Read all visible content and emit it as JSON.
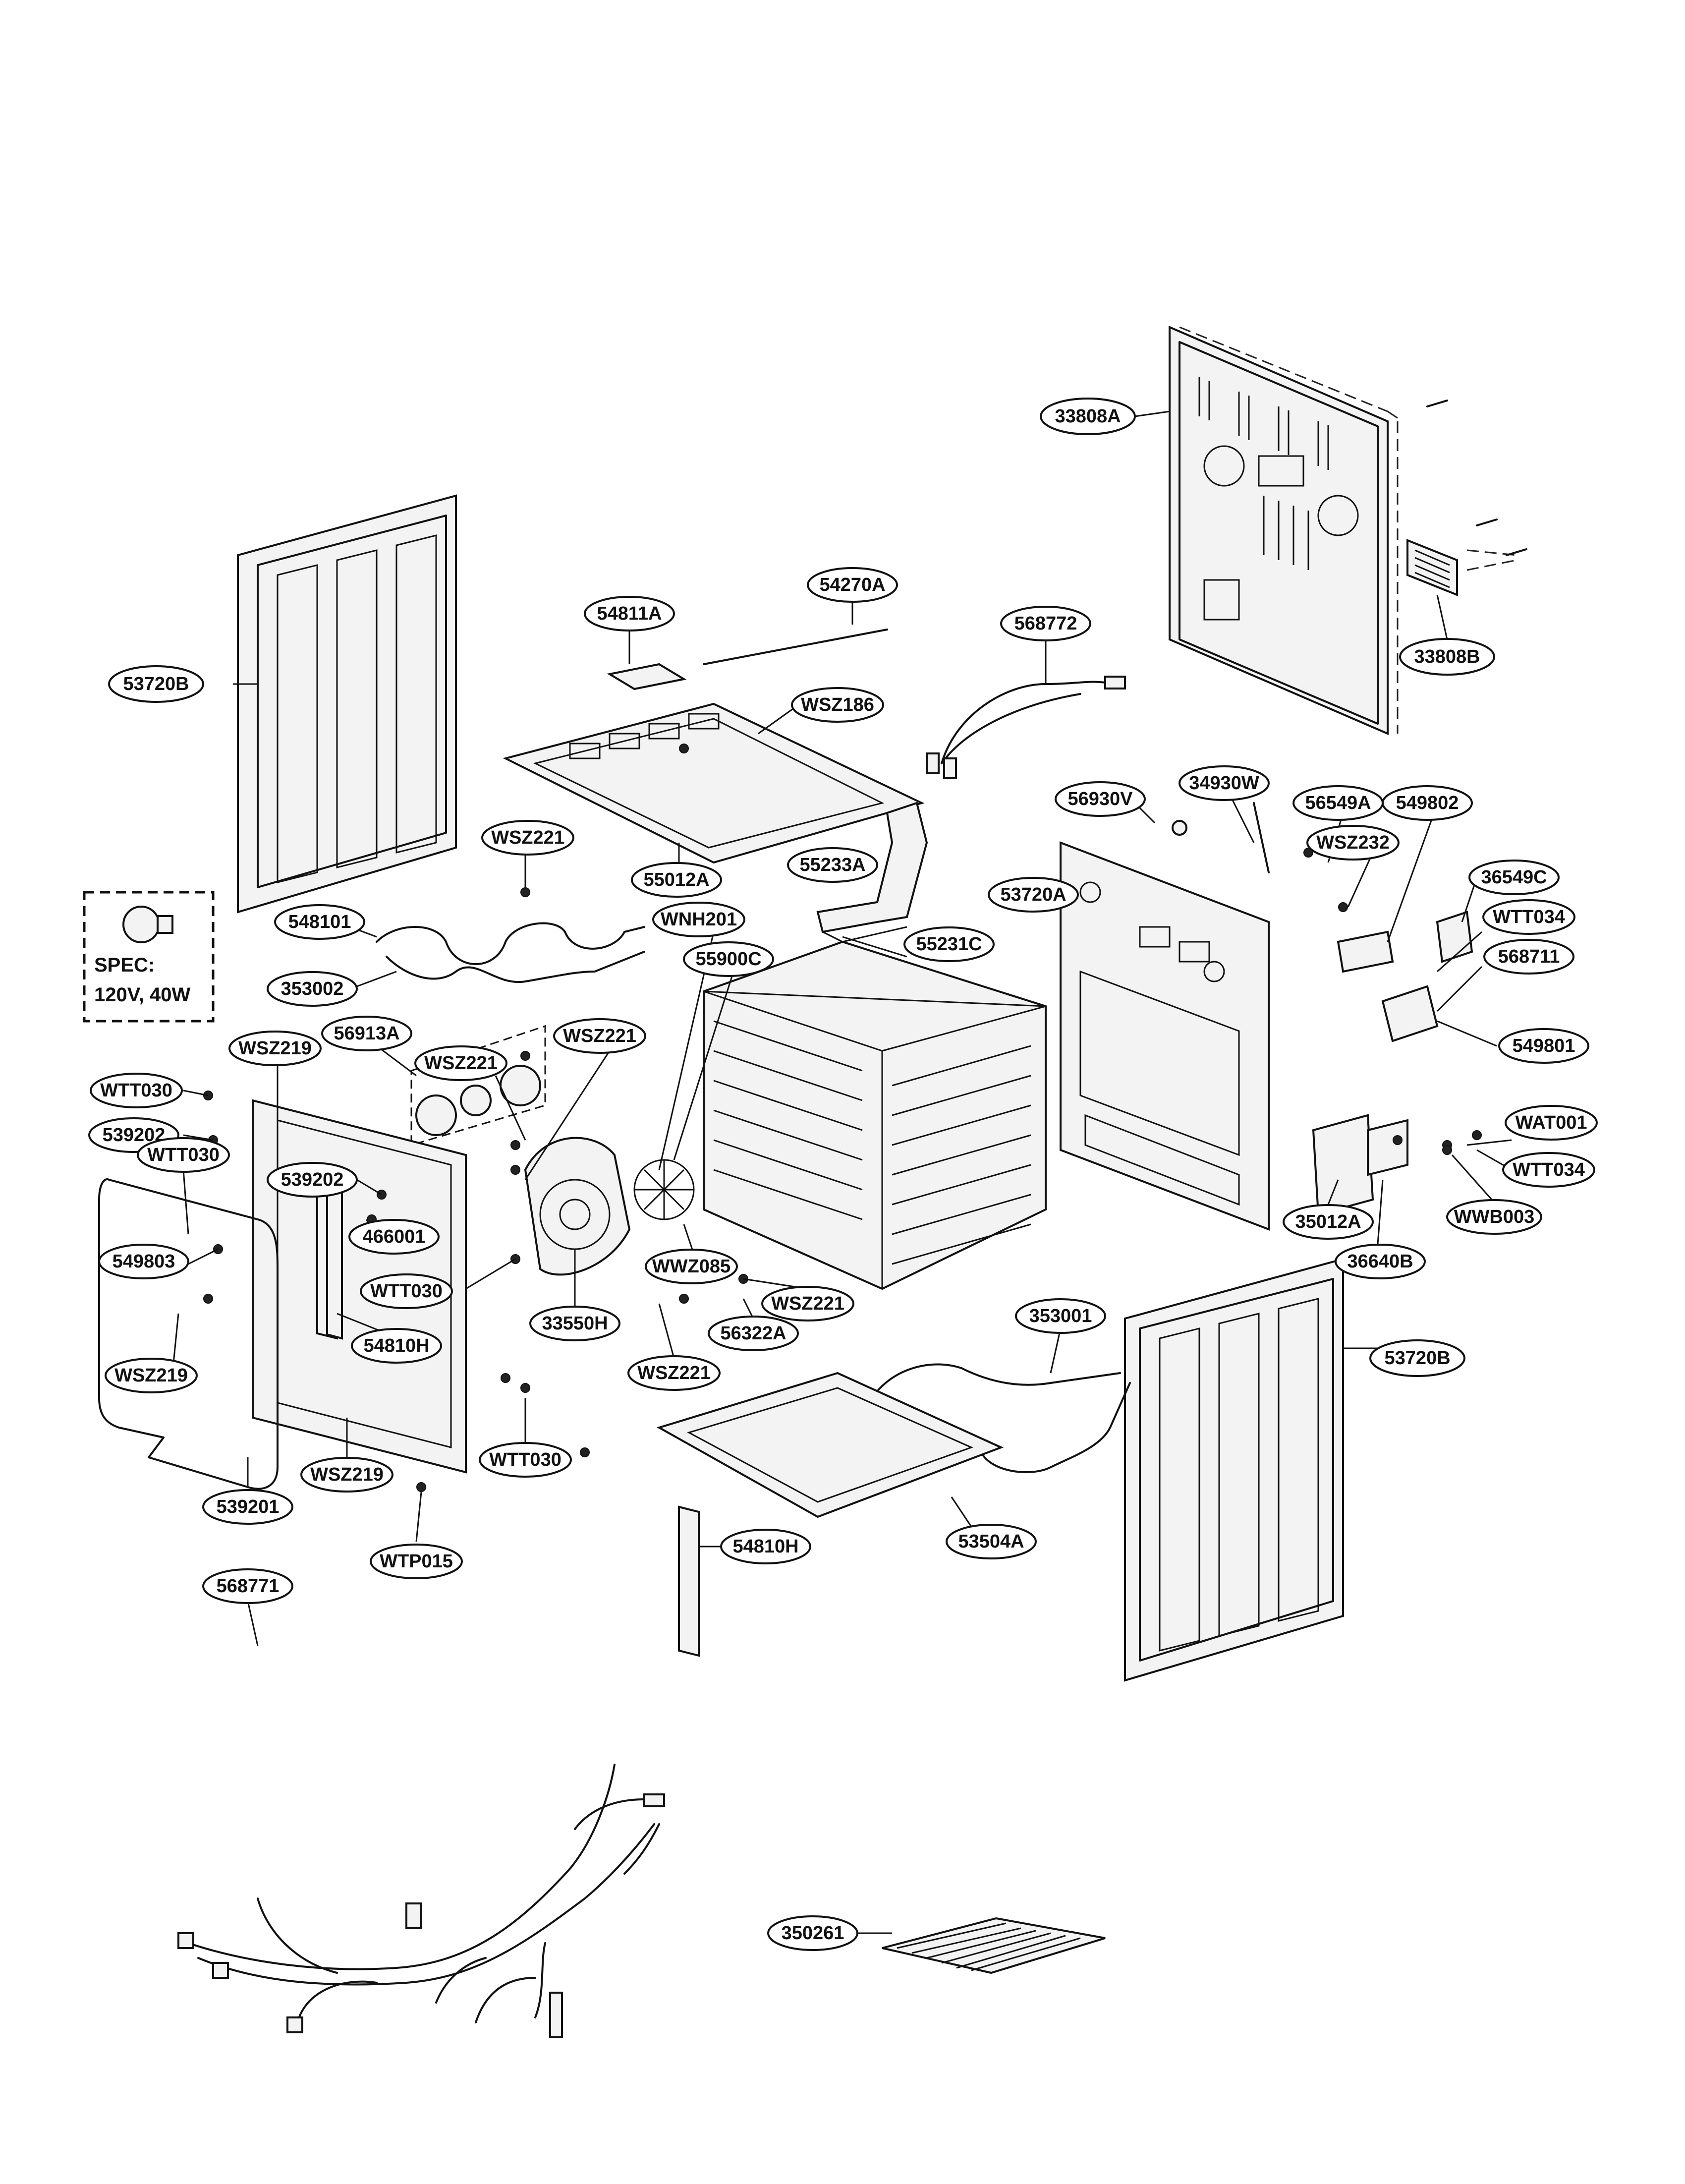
{
  "callouts": [
    {
      "id": "c-33808a",
      "label": "33808A"
    },
    {
      "id": "c-33808b",
      "label": "33808B"
    },
    {
      "id": "c-568772",
      "label": "568772"
    },
    {
      "id": "c-54270a",
      "label": "54270A"
    },
    {
      "id": "c-54811a",
      "label": "54811A"
    },
    {
      "id": "c-wsz186",
      "label": "WSZ186"
    },
    {
      "id": "c-53720b-left",
      "label": "53720B"
    },
    {
      "id": "c-56930v",
      "label": "56930V"
    },
    {
      "id": "c-34930w",
      "label": "34930W"
    },
    {
      "id": "c-56549a",
      "label": "56549A"
    },
    {
      "id": "c-549802",
      "label": "549802"
    },
    {
      "id": "c-wsz232",
      "label": "WSZ232"
    },
    {
      "id": "c-36549c",
      "label": "36549C"
    },
    {
      "id": "c-wtt034-top",
      "label": "WTT034"
    },
    {
      "id": "c-568711",
      "label": "568711"
    },
    {
      "id": "c-549801",
      "label": "549801"
    },
    {
      "id": "c-wat001",
      "label": "WAT001"
    },
    {
      "id": "c-wtt034-bottom",
      "label": "WTT034"
    },
    {
      "id": "c-wwb003",
      "label": "WWB003"
    },
    {
      "id": "c-35012a",
      "label": "35012A"
    },
    {
      "id": "c-36640b",
      "label": "36640B"
    },
    {
      "id": "c-wsz221-top",
      "label": "WSZ221"
    },
    {
      "id": "c-55012a",
      "label": "55012A"
    },
    {
      "id": "c-55233a",
      "label": "55233A"
    },
    {
      "id": "c-53720a",
      "label": "53720A"
    },
    {
      "id": "c-548101",
      "label": "548101"
    },
    {
      "id": "c-wnh201",
      "label": "WNH201"
    },
    {
      "id": "c-55900c",
      "label": "55900C"
    },
    {
      "id": "c-55231c",
      "label": "55231C"
    },
    {
      "id": "c-353002",
      "label": "353002"
    },
    {
      "id": "c-wsz219-top",
      "label": "WSZ219"
    },
    {
      "id": "c-56913a",
      "label": "56913A"
    },
    {
      "id": "c-wsz221-mid1",
      "label": "WSZ221"
    },
    {
      "id": "c-wsz221-mid2",
      "label": "WSZ221"
    },
    {
      "id": "c-wtt030-1",
      "label": "WTT030"
    },
    {
      "id": "c-539202-1",
      "label": "539202"
    },
    {
      "id": "c-wtt030-2",
      "label": "WTT030"
    },
    {
      "id": "c-539202-2",
      "label": "539202"
    },
    {
      "id": "c-466001",
      "label": "466001"
    },
    {
      "id": "c-549803",
      "label": "549803"
    },
    {
      "id": "c-wtt030-3",
      "label": "WTT030"
    },
    {
      "id": "c-33550h",
      "label": "33550H"
    },
    {
      "id": "c-wwz085",
      "label": "WWZ085"
    },
    {
      "id": "c-wsz221-low1",
      "label": "WSZ221"
    },
    {
      "id": "c-56322a",
      "label": "56322A"
    },
    {
      "id": "c-54810h-1",
      "label": "54810H"
    },
    {
      "id": "c-wsz219-mid",
      "label": "WSZ219"
    },
    {
      "id": "c-wsz221-low2",
      "label": "WSZ221"
    },
    {
      "id": "c-353001",
      "label": "353001"
    },
    {
      "id": "c-53720b-right",
      "label": "53720B"
    },
    {
      "id": "c-539201",
      "label": "539201"
    },
    {
      "id": "c-wsz219-low",
      "label": "WSZ219"
    },
    {
      "id": "c-wtt030-4",
      "label": "WTT030"
    },
    {
      "id": "c-53504a",
      "label": "53504A"
    },
    {
      "id": "c-wtp015",
      "label": "WTP015"
    },
    {
      "id": "c-54810h-2",
      "label": "54810H"
    },
    {
      "id": "c-568771",
      "label": "568771"
    },
    {
      "id": "c-350261",
      "label": "350261"
    }
  ],
  "spec": {
    "line1": "SPEC:",
    "line2": "120V, 40W"
  }
}
